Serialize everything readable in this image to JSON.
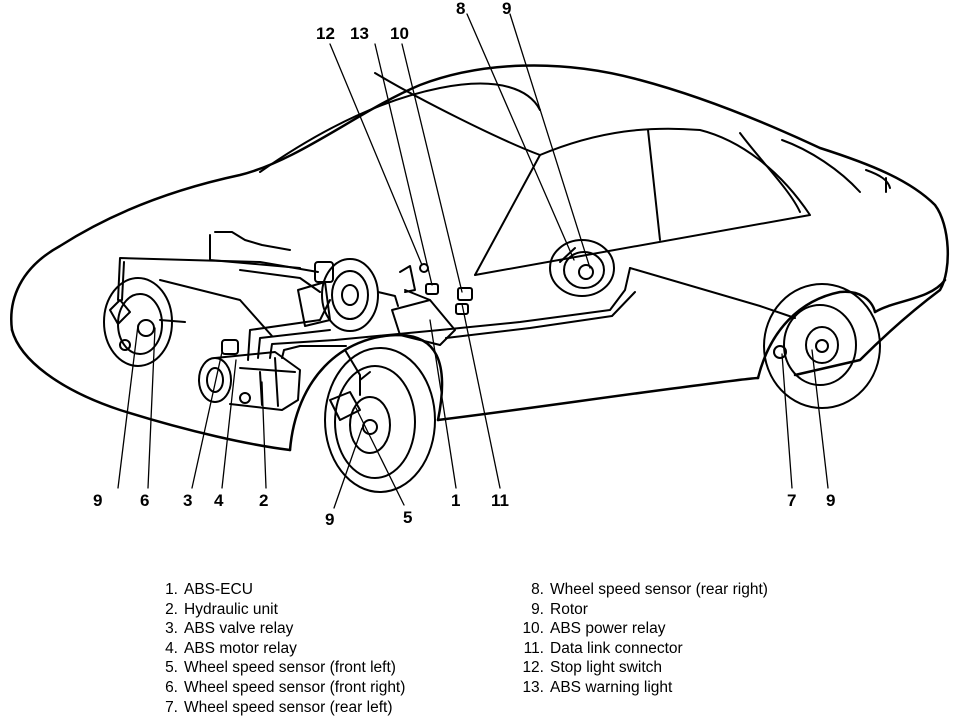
{
  "callouts": {
    "c12": "12",
    "c13": "13",
    "c10": "10",
    "c8": "8",
    "c9_top": "9",
    "c9_left": "9",
    "c6": "6",
    "c3": "3",
    "c4": "4",
    "c2": "2",
    "c9_front": "9",
    "c5": "5",
    "c1": "1",
    "c11": "11",
    "c7": "7",
    "c9_rear": "9"
  },
  "legend_left": [
    {
      "num": "1.",
      "label": "ABS-ECU"
    },
    {
      "num": "2.",
      "label": "Hydraulic unit"
    },
    {
      "num": "3.",
      "label": "ABS valve relay"
    },
    {
      "num": "4.",
      "label": "ABS motor relay"
    },
    {
      "num": "5.",
      "label": "Wheel speed sensor (front left)"
    },
    {
      "num": "6.",
      "label": "Wheel speed sensor (front right)"
    },
    {
      "num": "7.",
      "label": "Wheel speed sensor (rear left)"
    }
  ],
  "legend_right": [
    {
      "num": "8.",
      "label": "Wheel speed sensor (rear right)"
    },
    {
      "num": "9.",
      "label": "Rotor"
    },
    {
      "num": "10.",
      "label": "ABS power relay"
    },
    {
      "num": "11.",
      "label": "Data link connector"
    },
    {
      "num": "12.",
      "label": "Stop light switch"
    },
    {
      "num": "13.",
      "label": "ABS warning light"
    }
  ]
}
